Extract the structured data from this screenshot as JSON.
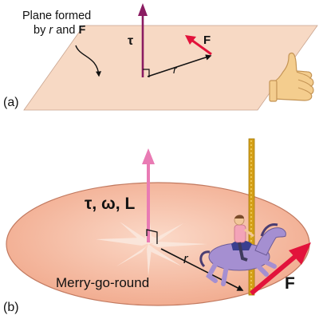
{
  "panel_a": {
    "label": "(a)",
    "plane_caption_line1": "Plane formed",
    "plane_caption_prefix": "by ",
    "plane_caption_r": "r",
    "plane_caption_mid": " and ",
    "plane_caption_F": "F",
    "torque_symbol": "τ",
    "r_label": "r",
    "force_label": "F"
  },
  "panel_b": {
    "label": "(b)",
    "vector_labels": "τ, ω, L",
    "r_label": "r",
    "force_label": "F",
    "object_label": "Merry-go-round"
  },
  "colors": {
    "plane_fill": "#f7d9c4",
    "disc_fill": "#f4b9a0",
    "torque_arrow_a": "#8b1c62",
    "torque_arrow_b": "#e97bb4",
    "force_arrow": "#e2133b",
    "pole": "#d4a017",
    "horse": "#a58fd1"
  },
  "icons": [
    "thumbs-up-hand-icon",
    "carousel-horse-icon"
  ]
}
